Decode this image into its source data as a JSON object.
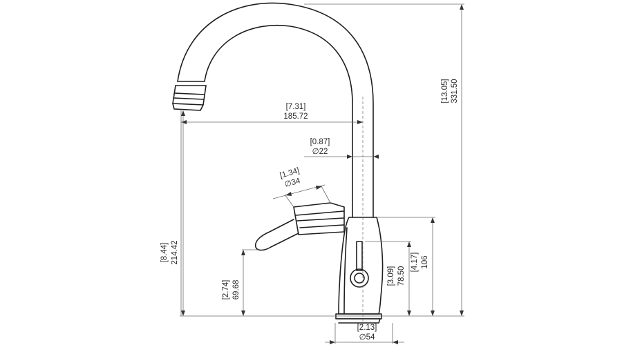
{
  "dimensions": {
    "height_total": {
      "inch": "[13.05]",
      "mm": "331.50"
    },
    "reach": {
      "inch": "[7.31]",
      "mm": "185.72"
    },
    "body_dia": {
      "inch": "[0.87]",
      "mm": "∅22"
    },
    "handle_dia": {
      "inch": "[1.34]",
      "mm": "∅34"
    },
    "spout_height": {
      "inch": "[8.44]",
      "mm": "214.42"
    },
    "handle_height": {
      "inch": "[2.74]",
      "mm": "69.68"
    },
    "knob_height": {
      "inch": "[3.09]",
      "mm": "78.50"
    },
    "body_height": {
      "inch": "[4.17]",
      "mm": "106"
    },
    "base_dia": {
      "inch": "[2.13]",
      "mm": "∅54"
    }
  }
}
